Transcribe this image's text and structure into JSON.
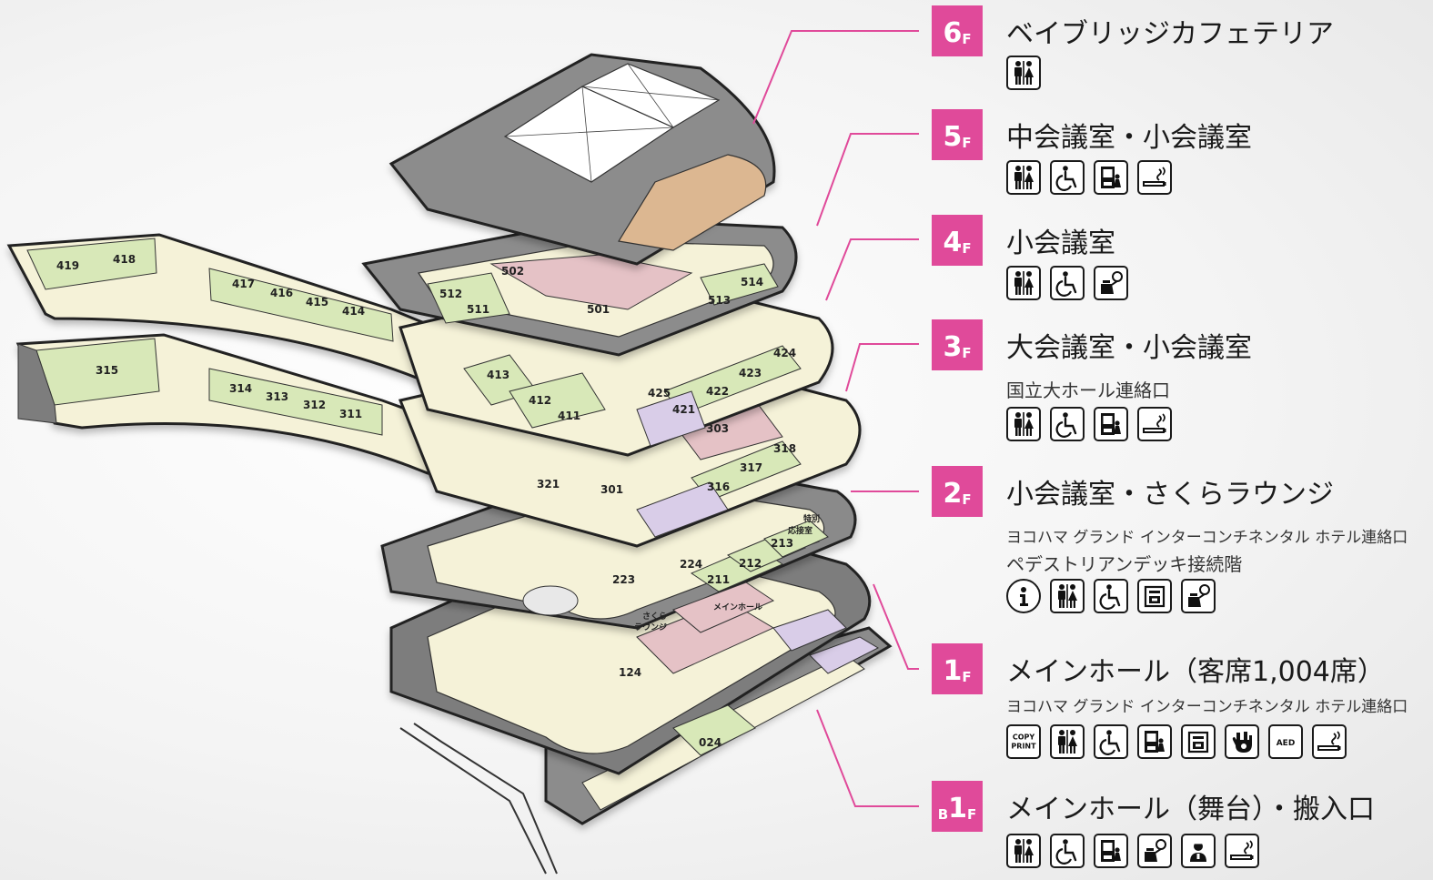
{
  "colors": {
    "accent": "#e04a9a",
    "corridor": "#f5f2d8",
    "room_green": "#d8e8b8",
    "hall_pink": "#e5c2c6",
    "hall_purple": "#d9cde8",
    "cafe_tan": "#dcb791",
    "service_gray": "#8a8a8a"
  },
  "floors": [
    {
      "id": "6F",
      "pre": "",
      "num": "6",
      "suf": "F",
      "title": "ベイブリッジカフェテリア",
      "subs": [],
      "icons": [
        "restroom-icon"
      ]
    },
    {
      "id": "5F",
      "pre": "",
      "num": "5",
      "suf": "F",
      "title": "中会議室・小会議室",
      "subs": [],
      "icons": [
        "restroom-icon",
        "accessible-icon",
        "vending-machine-icon",
        "smoking-area-icon"
      ]
    },
    {
      "id": "4F",
      "pre": "",
      "num": "4",
      "suf": "F",
      "title": "小会議室",
      "subs": [],
      "icons": [
        "restroom-icon",
        "accessible-icon",
        "ostomate-icon"
      ]
    },
    {
      "id": "3F",
      "pre": "",
      "num": "3",
      "suf": "F",
      "title": "大会議室・小会議室",
      "subs": [
        "国立大ホール連絡口"
      ],
      "icons": [
        "restroom-icon",
        "accessible-icon",
        "vending-machine-icon",
        "smoking-area-icon"
      ]
    },
    {
      "id": "2F",
      "pre": "",
      "num": "2",
      "suf": "F",
      "title": "小会議室・さくらラウンジ",
      "subs": [
        "ヨコハマ グランド インターコンチネンタル ホテル連絡口",
        "ペデストリアンデッキ接続階"
      ],
      "icons": [
        "information-icon",
        "restroom-icon",
        "accessible-icon",
        "coin-locker-icon",
        "ostomate-icon"
      ]
    },
    {
      "id": "1F",
      "pre": "",
      "num": "1",
      "suf": "F",
      "title": "メインホール（客席1,004席）",
      "subs": [
        "ヨコハマ グランド インターコンチネンタル ホテル連絡口"
      ],
      "icons": [
        "copy-print-icon",
        "restroom-icon",
        "accessible-icon",
        "vending-machine-icon",
        "coin-locker-icon",
        "nursing-room-icon",
        "aed-icon",
        "smoking-area-icon"
      ]
    },
    {
      "id": "B1F",
      "pre": "B",
      "num": "1",
      "suf": "F",
      "title": "メインホール（舞台）・搬入口",
      "subs": [],
      "icons": [
        "restroom-icon",
        "accessible-icon",
        "vending-machine-icon",
        "ostomate-icon",
        "staff-room-icon",
        "smoking-area-icon"
      ]
    }
  ],
  "icon_text": {
    "copy_line1": "COPY",
    "copy_line2": "PRINT",
    "aed": "AED"
  },
  "map": {
    "rooms": [
      {
        "label": "419"
      },
      {
        "label": "418"
      },
      {
        "label": "417"
      },
      {
        "label": "416"
      },
      {
        "label": "415"
      },
      {
        "label": "414"
      },
      {
        "label": "315"
      },
      {
        "label": "314"
      },
      {
        "label": "313"
      },
      {
        "label": "312"
      },
      {
        "label": "311"
      },
      {
        "label": "502"
      },
      {
        "label": "501"
      },
      {
        "label": "512"
      },
      {
        "label": "511"
      },
      {
        "label": "513"
      },
      {
        "label": "514"
      },
      {
        "label": "413"
      },
      {
        "label": "412"
      },
      {
        "label": "411"
      },
      {
        "label": "425"
      },
      {
        "label": "424"
      },
      {
        "label": "423"
      },
      {
        "label": "422"
      },
      {
        "label": "421"
      },
      {
        "label": "303"
      },
      {
        "label": "318"
      },
      {
        "label": "317"
      },
      {
        "label": "316"
      },
      {
        "label": "321"
      },
      {
        "label": "301"
      },
      {
        "label": "224"
      },
      {
        "label": "223"
      },
      {
        "label": "213"
      },
      {
        "label": "212"
      },
      {
        "label": "211"
      },
      {
        "label": "124"
      },
      {
        "label": "024"
      }
    ],
    "labels": {
      "special_room_1": "特別",
      "special_room_2": "応接室",
      "sakura_1": "さくら",
      "sakura_2": "ラウンジ",
      "main_hall": "メインホール"
    }
  }
}
